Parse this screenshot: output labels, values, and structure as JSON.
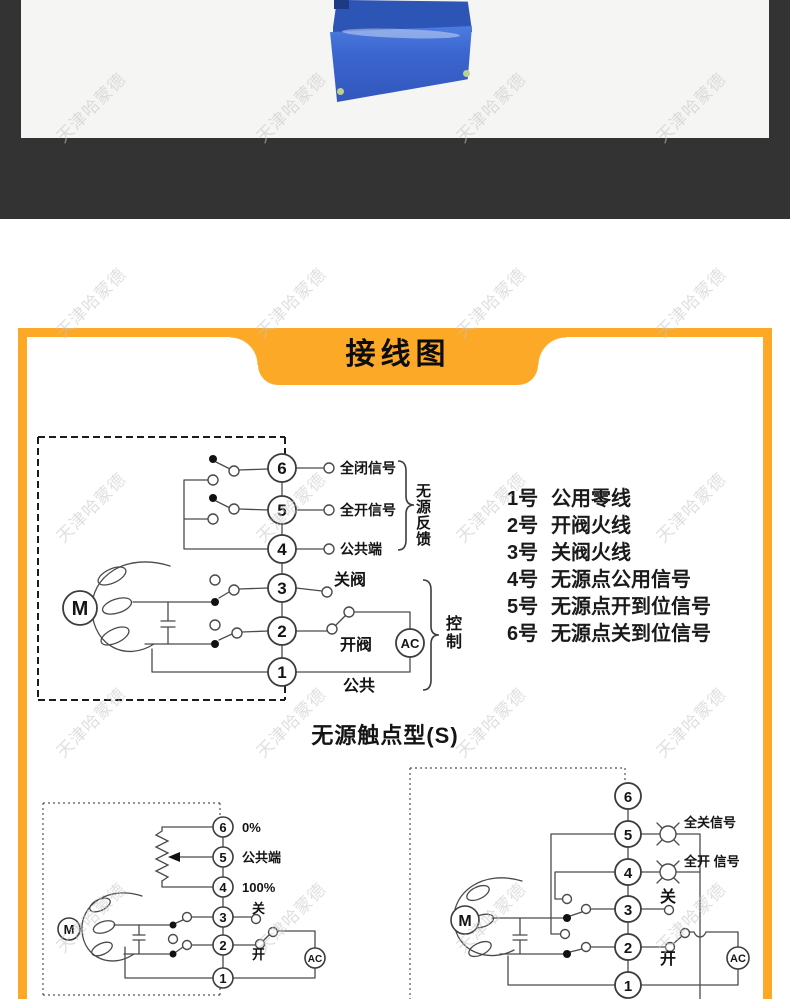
{
  "watermark": {
    "text": "天津哈蒙德",
    "cols": [
      90,
      290,
      490,
      690
    ],
    "rows": [
      105,
      300,
      505,
      720,
      915
    ]
  },
  "banner": {
    "title": "接线图"
  },
  "main": {
    "caption": "无源触点型(S)",
    "motor": "M",
    "ac": "AC",
    "feedback_group": "无源反馈",
    "control_group": "控制",
    "terminals": [
      {
        "num": "6",
        "label": "全闭信号"
      },
      {
        "num": "5",
        "label": "全开信号"
      },
      {
        "num": "4",
        "label": "公共端"
      },
      {
        "num": "3",
        "label": "关阀"
      },
      {
        "num": "2",
        "label": "开阀"
      },
      {
        "num": "1",
        "label": "公共"
      }
    ]
  },
  "notes": {
    "items": [
      {
        "num": "1号",
        "text": "公用零线"
      },
      {
        "num": "2号",
        "text": "开阀火线"
      },
      {
        "num": "3号",
        "text": "关阀火线"
      },
      {
        "num": "4号",
        "text": "无源点公用信号"
      },
      {
        "num": "5号",
        "text": "无源点开到位信号"
      },
      {
        "num": "6号",
        "text": "无源点关到位信号"
      }
    ]
  },
  "pot": {
    "motor": "M",
    "ac": "AC",
    "terminals": [
      {
        "num": "6",
        "label": "0%"
      },
      {
        "num": "5",
        "label": "公共端"
      },
      {
        "num": "4",
        "label": "100%"
      },
      {
        "num": "3",
        "label": "关"
      },
      {
        "num": "2",
        "label": "开"
      },
      {
        "num": "1",
        "label": ""
      }
    ]
  },
  "lamp": {
    "motor": "M",
    "ac": "AC",
    "terminals": [
      {
        "num": "6",
        "label": ""
      },
      {
        "num": "5",
        "label": "全关信号"
      },
      {
        "num": "4",
        "label": "全开 信号"
      },
      {
        "num": "3",
        "label": "关"
      },
      {
        "num": "2",
        "label": "开"
      },
      {
        "num": "1",
        "label": ""
      }
    ]
  },
  "colors": {
    "accent": "#FCA928",
    "band": "#333333",
    "blue": "#3B66CF"
  }
}
